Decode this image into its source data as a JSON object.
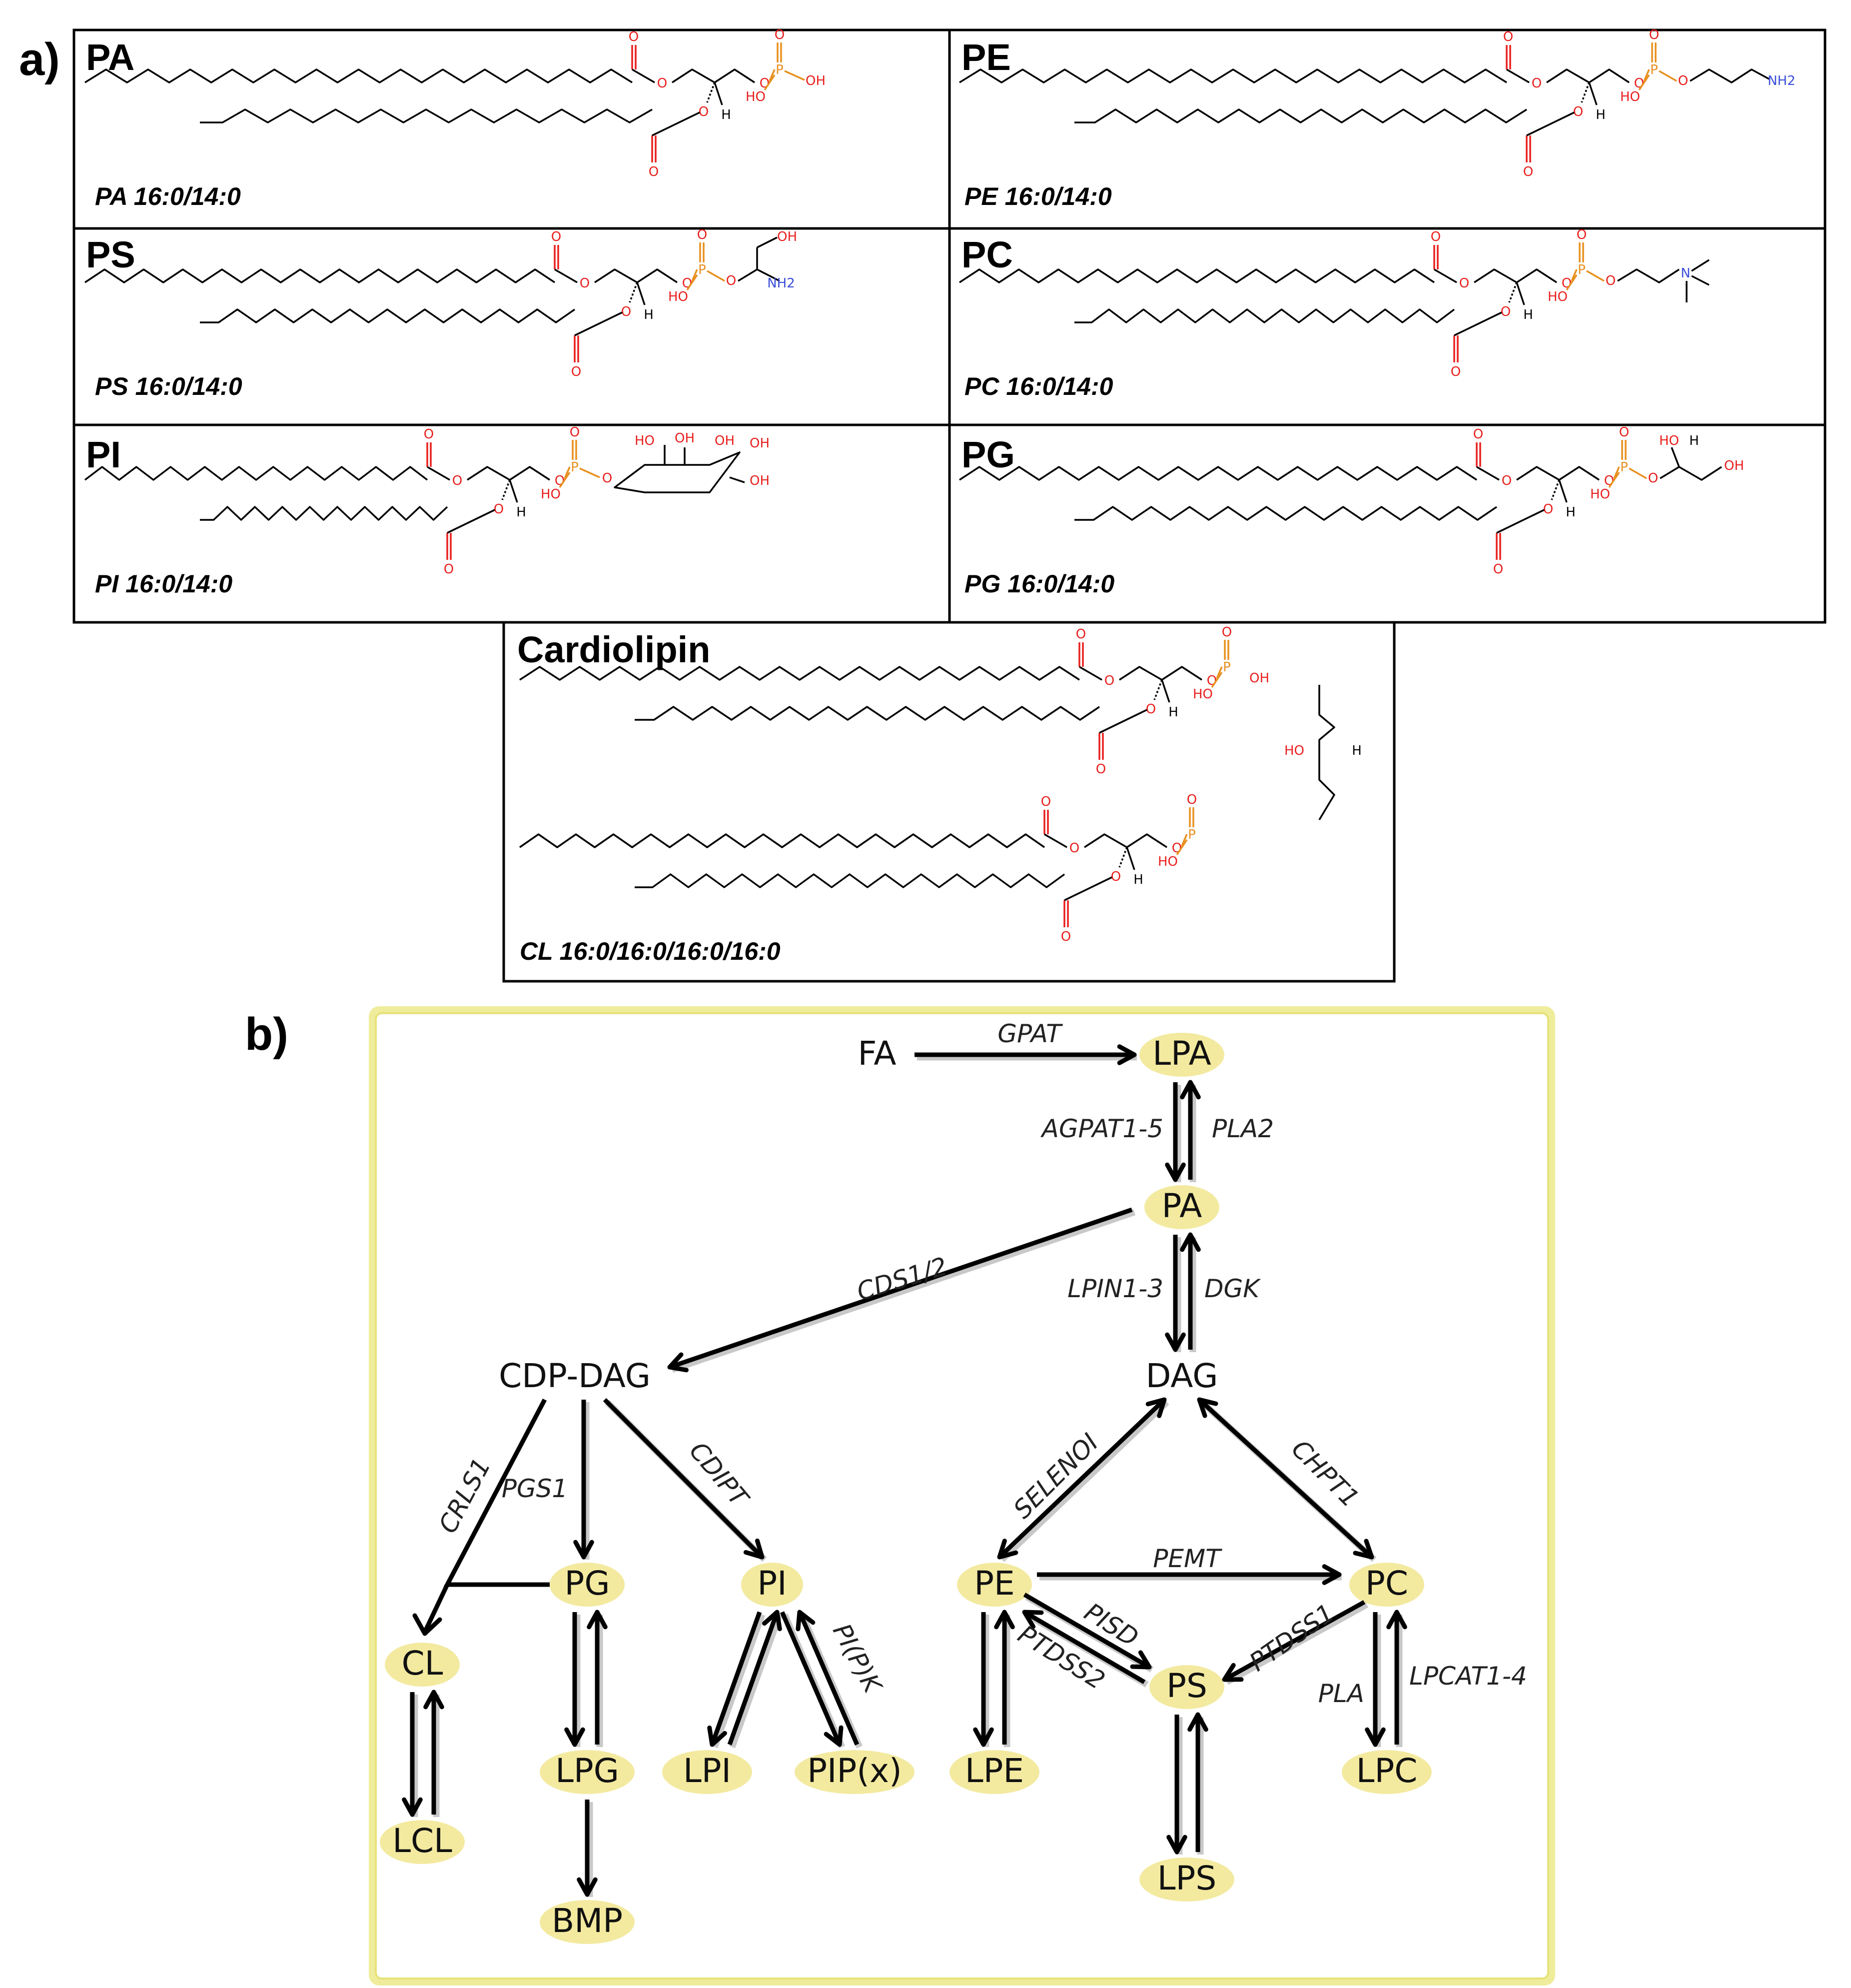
{
  "panel_a": {
    "label": "a)",
    "structures": [
      {
        "id": "pa",
        "name": "PA",
        "species": "PA 16:0/14:0",
        "headgroup": "OH"
      },
      {
        "id": "pe",
        "name": "PE",
        "species": "PE 16:0/14:0",
        "headgroup": "NH2"
      },
      {
        "id": "ps",
        "name": "PS",
        "species": "PS 16:0/14:0",
        "headgroup": "NH2"
      },
      {
        "id": "pc",
        "name": "PC",
        "species": "PC 16:0/14:0",
        "headgroup": "N+"
      },
      {
        "id": "pi",
        "name": "PI",
        "species": "PI 16:0/14:0",
        "headgroup": "OH"
      },
      {
        "id": "pg",
        "name": "PG",
        "species": "PG 16:0/14:0",
        "headgroup": "OH"
      }
    ],
    "cardiolipin": {
      "name": "Cardiolipin",
      "species": "CL 16:0/16:0/16:0/16:0"
    },
    "atoms": {
      "O": "O",
      "OH": "OH",
      "HO": "HO",
      "P": "P",
      "H": "H",
      "NH2": "NH2",
      "N": "N"
    }
  },
  "panel_b": {
    "label": "b)",
    "nodes": {
      "fa": "FA",
      "lpa": "LPA",
      "pa": "PA",
      "cdp_dag": "CDP-DAG",
      "dag": "DAG",
      "pg": "PG",
      "pi": "PI",
      "pe": "PE",
      "pc": "PC",
      "cl": "CL",
      "lpg": "LPG",
      "lpi": "LPI",
      "pipx": "PIP(x)",
      "lpe": "LPE",
      "ps": "PS",
      "lpc": "LPC",
      "lcl": "LCL",
      "bmp": "BMP",
      "lps": "LPS"
    },
    "enzymes": {
      "gpat": "GPAT",
      "agpat": "AGPAT1-5",
      "pla2": "PLA2",
      "cds": "CDS1/2",
      "lpin": "LPIN1-3",
      "dgk": "DGK",
      "crls1": "CRLS1",
      "pgs1": "PGS1",
      "cdipt": "CDIPT",
      "selenoi": "SELENOI",
      "chpt1": "CHPT1",
      "pemt": "PEMT",
      "pisd": "PISD",
      "ptdss2": "PTDSS2",
      "ptdss1": "PTDSS1",
      "pipk": "PI(P)K",
      "pla": "PLA",
      "lpcat": "LPCAT1-4"
    },
    "colors": {
      "node_fill": "#f3eaa0",
      "frame": "#efec9b",
      "oxygen": "#e8201e",
      "phosphorus": "#e8901e",
      "nitrogen": "#3b4fd8"
    }
  }
}
